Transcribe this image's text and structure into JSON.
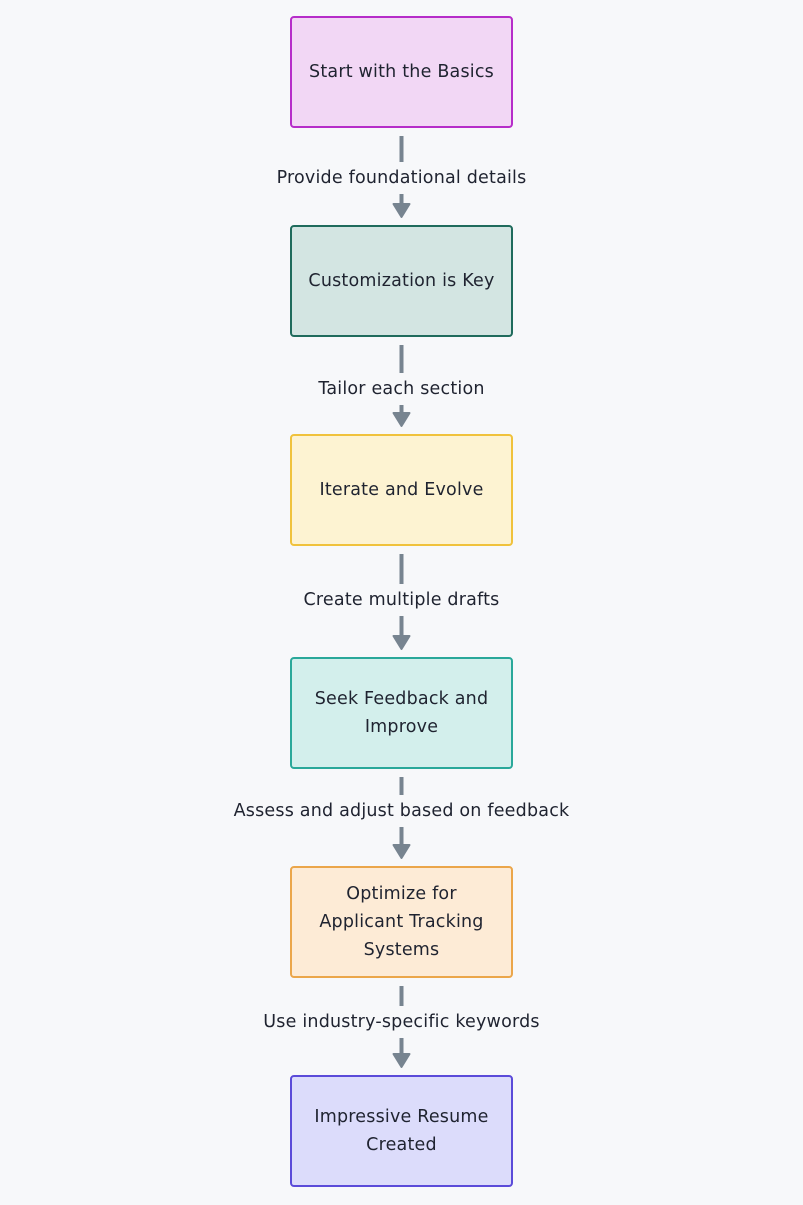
{
  "diagram": {
    "nodes": [
      {
        "id": "start-basics",
        "label": "Start with the Basics",
        "fill": "#f2d7f5",
        "stroke": "#b62dc9"
      },
      {
        "id": "customization",
        "label": "Customization is Key",
        "fill": "#d3e5e2",
        "stroke": "#1f6b5c"
      },
      {
        "id": "iterate-evolve",
        "label": "Iterate and Evolve",
        "fill": "#fdf3d2",
        "stroke": "#f0c23c"
      },
      {
        "id": "seek-feedback",
        "label": "Seek Feedback and\nImprove",
        "fill": "#d3efec",
        "stroke": "#2aa89a"
      },
      {
        "id": "optimize-ats",
        "label": "Optimize for\nApplicant Tracking\nSystems",
        "fill": "#fdebd6",
        "stroke": "#eba64a"
      },
      {
        "id": "resume-created",
        "label": "Impressive Resume\nCreated",
        "fill": "#dcdcfb",
        "stroke": "#5b4bd9"
      }
    ],
    "edges": [
      {
        "label": "Provide foundational details"
      },
      {
        "label": "Tailor each section"
      },
      {
        "label": "Create multiple drafts"
      },
      {
        "label": "Assess and adjust based on feedback"
      },
      {
        "label": "Use industry-specific keywords"
      }
    ],
    "connector_color": "#778490"
  }
}
